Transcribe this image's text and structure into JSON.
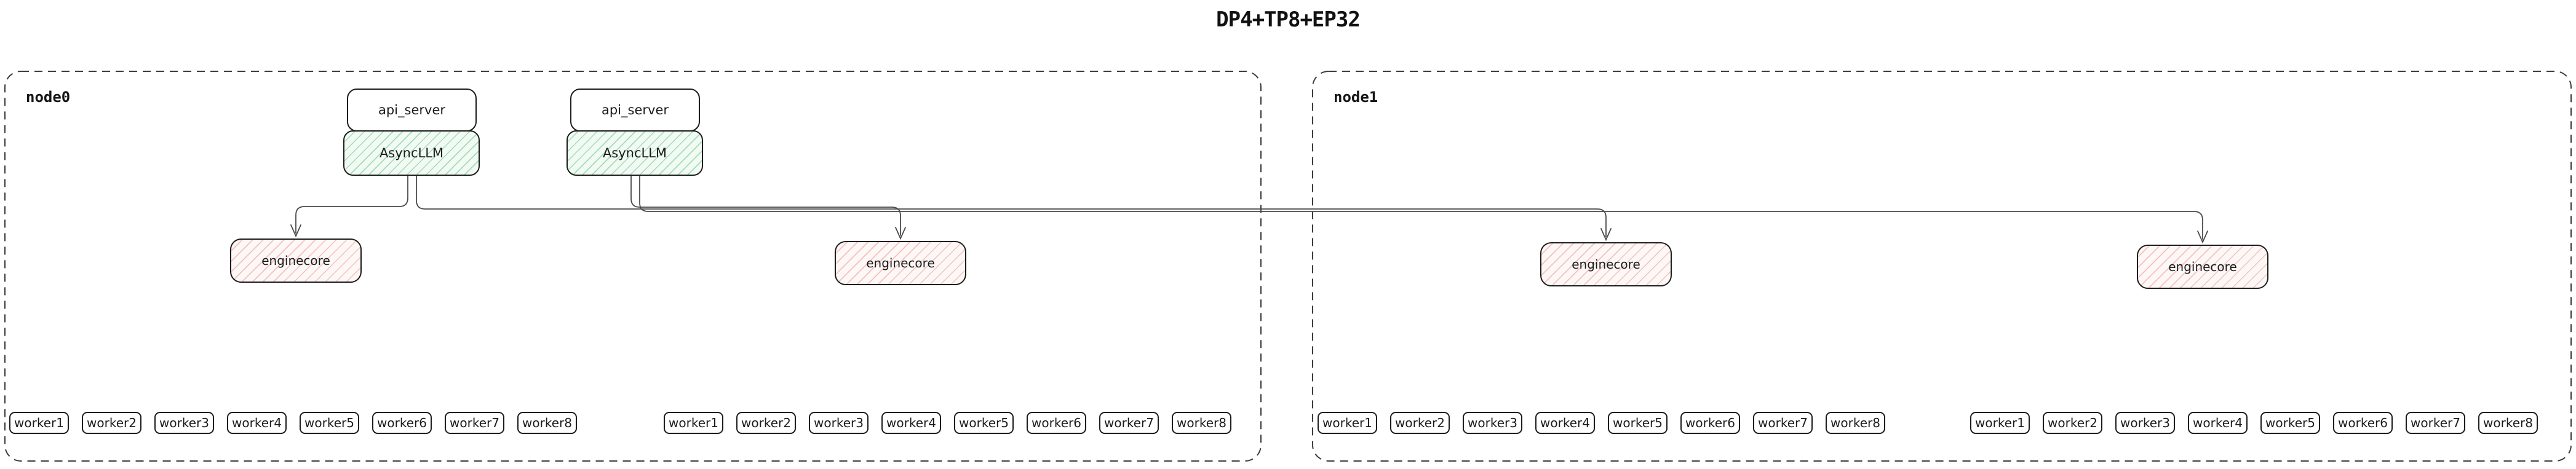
{
  "title": "DP4+TP8+EP32",
  "node0": {
    "label": "node0",
    "pairs": [
      {
        "api_server": "api_server",
        "asyncllm": "AsyncLLM"
      },
      {
        "api_server": "api_server",
        "asyncllm": "AsyncLLM"
      }
    ],
    "enginecores": [
      "enginecore",
      "enginecore"
    ]
  },
  "node1": {
    "label": "node1",
    "enginecores": [
      "enginecore",
      "enginecore"
    ]
  },
  "worker_labels": [
    "worker1",
    "worker2",
    "worker3",
    "worker4",
    "worker5",
    "worker6",
    "worker7",
    "worker8"
  ],
  "colors": {
    "asyncllm_hatch": "#54be78",
    "enginecore_hatch": "#e47873",
    "connector": "#4a4a4a",
    "box_border": "#1d1d1d",
    "node_border": "#3c3c3c",
    "background": "#ffffff"
  }
}
